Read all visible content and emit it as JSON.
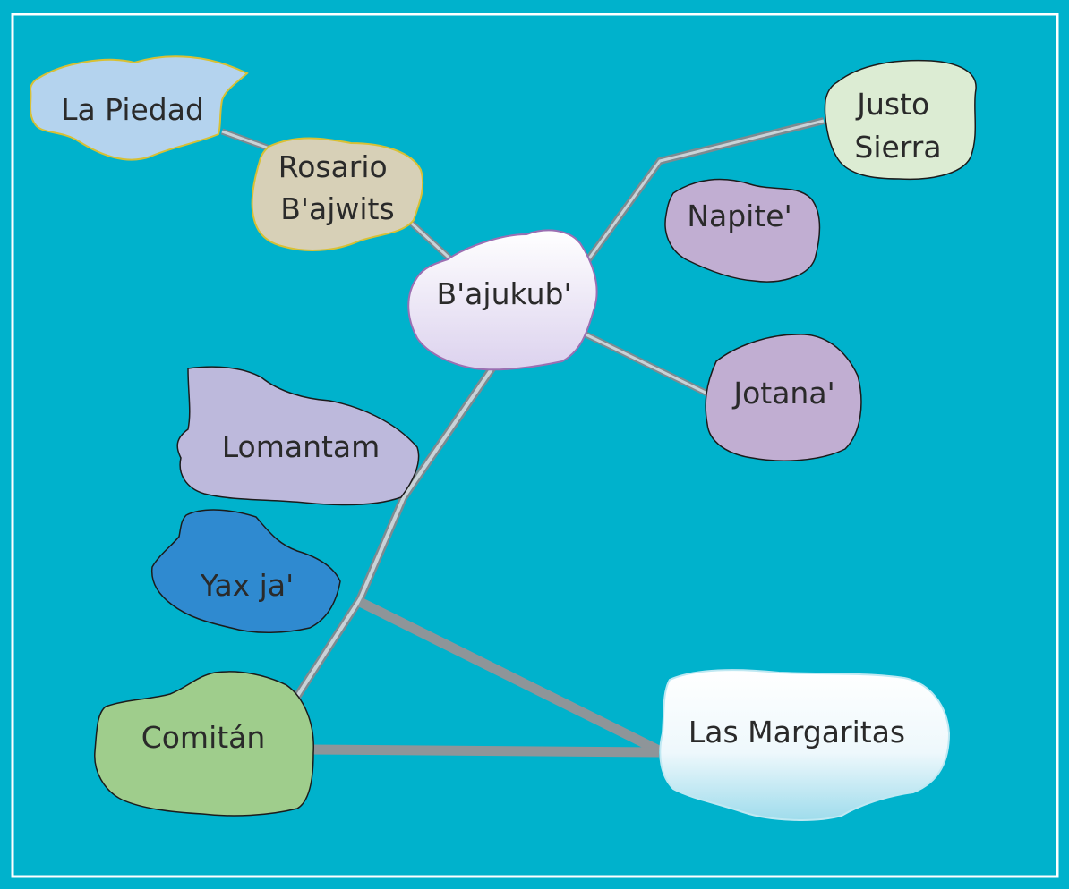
{
  "colors": {
    "background": "#00b2cc",
    "border": "#ffffff",
    "road_light": "#c9d3d8",
    "road_dark": "#7d8a90",
    "road_heavy": "#8e9599"
  },
  "places": {
    "la_piedad": {
      "name": "La Piedad",
      "color": "#b4d3ee"
    },
    "rosario_bajwits": {
      "line1": "Rosario",
      "line2": "B'ajwits",
      "color": "#d7d0b7"
    },
    "bajukub": {
      "name": "B'ajukub'",
      "color": "#ece8f6"
    },
    "justo_sierra": {
      "line1": "Justo",
      "line2": "Sierra",
      "color": "#dcecd3"
    },
    "napite": {
      "name": "Napite'",
      "color": "#c1aed2"
    },
    "jotana": {
      "name": "Jotana'",
      "color": "#c1aed2"
    },
    "lomantam": {
      "name": "Lomantam",
      "color": "#bdb9dc"
    },
    "yax_ja": {
      "name": "Yax ja'",
      "color": "#2f8ad0"
    },
    "comitan": {
      "name": "Comitán",
      "color": "#9fcd8c"
    },
    "las_margaritas": {
      "name": "Las Margaritas",
      "color": "#f2fafd"
    }
  },
  "roads": [
    {
      "from": "La Piedad",
      "to": "Rosario B'ajwits",
      "kind": "double"
    },
    {
      "from": "Rosario B'ajwits",
      "to": "B'ajukub'",
      "kind": "double"
    },
    {
      "from": "B'ajukub'",
      "to": "Justo Sierra",
      "kind": "double"
    },
    {
      "from": "B'ajukub'",
      "to": "Jotana'",
      "kind": "double"
    },
    {
      "from": "B'ajukub'",
      "to": "Comitán",
      "kind": "double"
    },
    {
      "from": "Comitán",
      "to": "Las Margaritas",
      "kind": "heavy"
    }
  ]
}
